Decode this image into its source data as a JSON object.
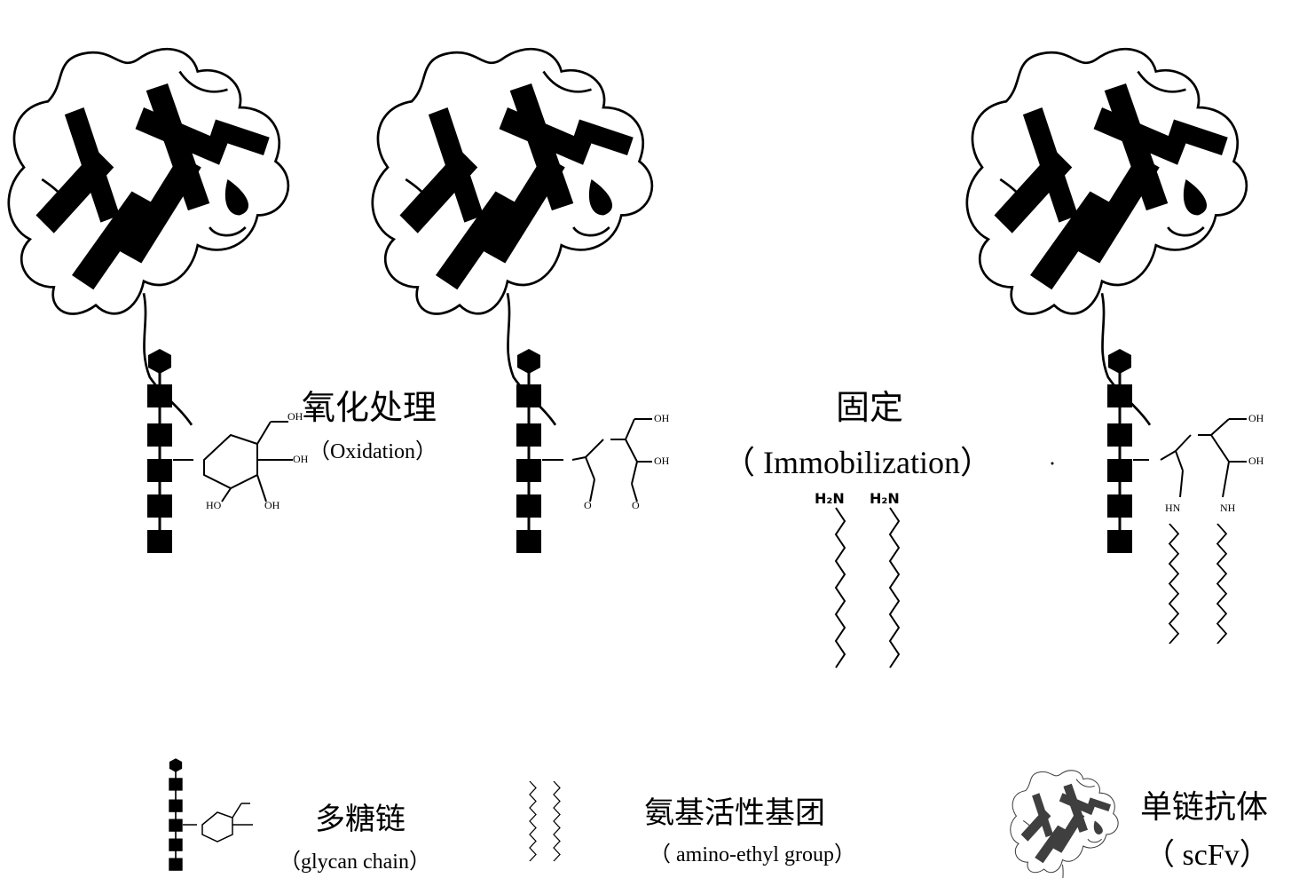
{
  "steps": {
    "oxidation_cn": "氧化处理",
    "oxidation_en": "（Oxidation）",
    "immobilization_cn": "固定",
    "immobilization_en": "（ Immobilization）"
  },
  "molecule": {
    "glucose_oh_top": "OH",
    "glucose_oh_right": "OH",
    "glucose_ho_1": "HO",
    "glucose_oh_bottom": "OH",
    "oxidized_oh_top": "OH",
    "oxidized_oh_mid": "OH",
    "oxidized_aldehyde_o_1": "O",
    "oxidized_aldehyde_o_2": "O",
    "amine_1": "H₂N",
    "amine_2": "H₂N",
    "product_oh_top": "OH",
    "product_oh_mid": "OH",
    "product_hn_1": "HN",
    "product_nh_2": "NH"
  },
  "legend": {
    "glycan_cn": "多糖链",
    "glycan_en": "（glycan chain）",
    "amino_cn": "氨基活性基团",
    "amino_en": "（ amino-ethyl group）",
    "scfv_cn": "单链抗体",
    "scfv_en": "（ scFv）"
  },
  "colors": {
    "ink": "#000000",
    "paper": "#ffffff"
  }
}
